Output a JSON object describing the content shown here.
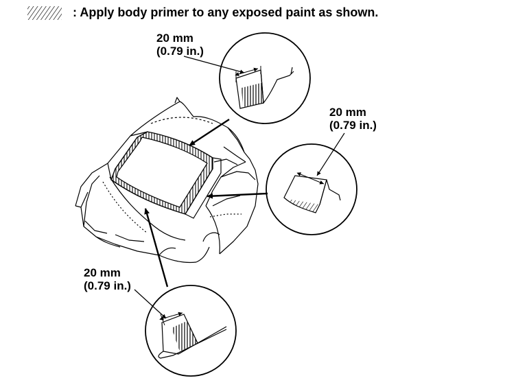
{
  "legend": {
    "swatch_icon": "hatch-swatch-icon",
    "text": ": Apply body primer to any exposed paint as shown."
  },
  "callouts": [
    {
      "id": "top",
      "measure": "20 mm",
      "imperial": "(0.79 in.)"
    },
    {
      "id": "right",
      "measure": "20 mm",
      "imperial": "(0.79 in.)"
    },
    {
      "id": "bottom",
      "measure": "20 mm",
      "imperial": "(0.79 in.)"
    }
  ],
  "colors": {
    "ink": "#000000",
    "paper": "#ffffff"
  }
}
